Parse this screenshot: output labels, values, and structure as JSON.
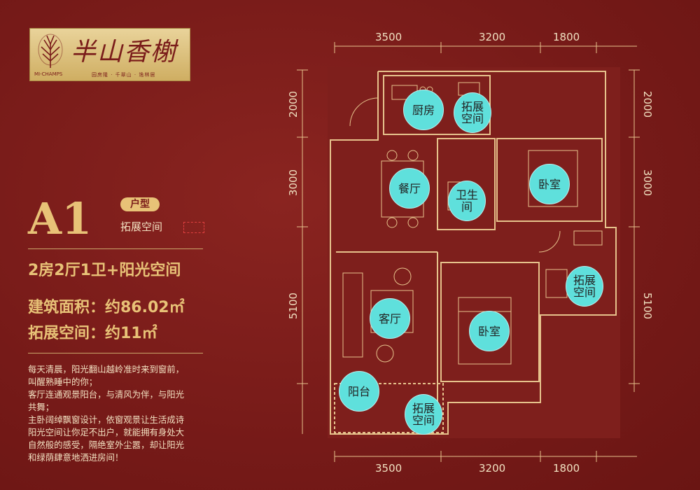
{
  "brand": {
    "name": "半山香榭",
    "english": "MI-CHAMPS",
    "tagline": "园房隆 · 千翠山 · 逸林居"
  },
  "unit": {
    "code": "A1",
    "type_badge": "户型",
    "legend_label": "拓展空间",
    "layout": "2房2厅1卫+阳光空间",
    "building_area": "建筑面积：约86.02㎡",
    "extended_area": "拓展空间：约11㎡"
  },
  "description": [
    "每天清晨，阳光翻山越岭准时来到窗前，",
    "叫醒熟睡中的你；",
    "客厅连通观景阳台，与清风为伴，与阳光",
    "共舞；",
    "主卧阔绰飘窗设计，依窗观景让生活成诗",
    "阳光空间让你足不出户，就能拥有身处大",
    "自然般的感受，隔绝室外尘嚣，却让阳光",
    "和绿荫肆意地洒进房间！"
  ],
  "rooms": {
    "kitchen": "厨房",
    "ext_top": "拓展空间",
    "dining": "餐厅",
    "bath": "卫生间",
    "bed_top": "卧室",
    "ext_right": "拓展空间",
    "living": "客厅",
    "bed_main": "卧室",
    "balcony": "阳台",
    "ext_bottom": "拓展空间"
  },
  "dimensions": {
    "top": [
      "3500",
      "3200",
      "1800"
    ],
    "bottom": [
      "3500",
      "3200",
      "1800"
    ],
    "left": [
      "2000",
      "3000",
      "5100"
    ],
    "right": [
      "2000",
      "3000",
      "5100"
    ]
  },
  "colors": {
    "background": "#7a1c1a",
    "gold": "#e8c277",
    "room_marker": "#5fe0dc"
  }
}
